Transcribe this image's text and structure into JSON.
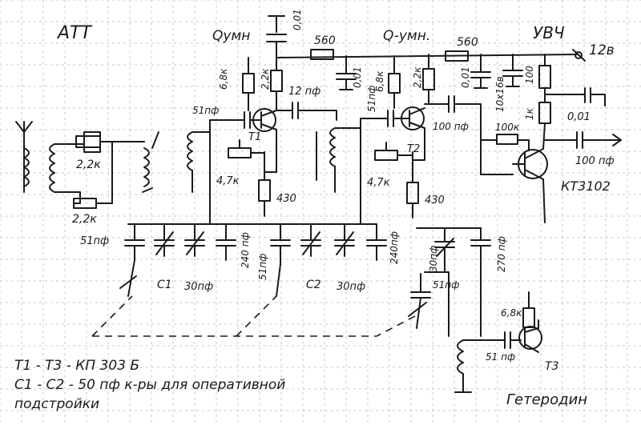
{
  "sections": {
    "attenuator": "АТТ",
    "q_mult_1": "Qумн",
    "q_mult_2": "Q-умн.",
    "rf_amp": "УВЧ",
    "oscillator": "Гетеродин"
  },
  "supply": "12в",
  "components": {
    "c_top_1": "0,01",
    "r_top_1": "560",
    "c_top_2": "0,01",
    "r_top_2": "560",
    "r_drain_1": "2,2к",
    "r_drain_2": "2,2к",
    "c_dec_1": "0,01",
    "c_dec_2": "0,01",
    "c_dec_3": "10х16в",
    "r_100": "100",
    "r_1k": "1к",
    "c_out_dec": "0,01",
    "r_gate_1": "6,8к",
    "r_gate_2": "6,8к",
    "c_couple": "12 пф",
    "c_gate_1": "51пф",
    "c_gate_2": "51пф",
    "c_drain_2": "100 пф",
    "r_base": "100к",
    "c_out": "100 пф",
    "transistor_out": "КТ3102",
    "t1": "Т1",
    "t2": "Т2",
    "t3": "Т3",
    "att_r1": "2,2к",
    "att_r2": "2,2к",
    "pot_1": "4,7к",
    "pot_2": "4,7к",
    "r_src_1": "430",
    "r_src_2": "430",
    "c_fix_1": "51пф",
    "c_var_1": "С1",
    "c_trim_1": "30пф",
    "c_240_1": "240 пф",
    "c_fix_2": "51пф",
    "c_var_2": "С2",
    "c_trim_2": "30пф",
    "c_240_2": "240пф",
    "c_osc_trim": "30пф",
    "c_osc_270": "270 пф",
    "c_osc_51": "51пф",
    "c_osc_gate": "51 пф",
    "r_osc": "6,8к"
  },
  "notes": {
    "line1": "Т1 - Т3 - КП 303 Б",
    "line2": "С1 - С2 - 50 пф к-ры для оперативной",
    "line3": "подстройки"
  }
}
